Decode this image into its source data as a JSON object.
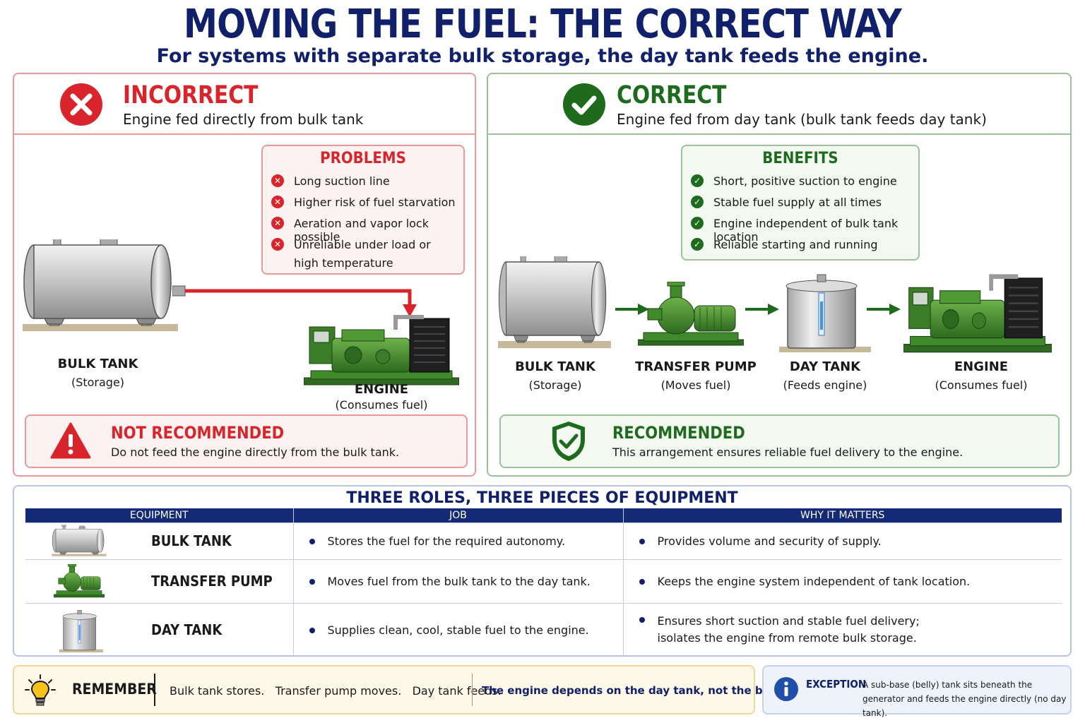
{
  "header": {
    "title": "MOVING THE FUEL: THE CORRECT WAY",
    "subtitle": "For systems with separate bulk storage, the day tank feeds the engine."
  },
  "incorrect": {
    "icon": "x-circle-icon",
    "title": "INCORRECT",
    "subtitle": "Engine fed directly from bulk tank",
    "problems": {
      "title": "PROBLEMS",
      "items": [
        "Long suction line",
        "Higher risk of fuel starvation",
        "Aeration and vapor lock possible",
        "Unreliable under load or",
        "high temperature"
      ]
    },
    "bulk_tank": {
      "name": "BULK TANK",
      "role": "(Storage)"
    },
    "engine": {
      "name": "ENGINE",
      "role": "(Consumes fuel)"
    },
    "banner": {
      "icon": "warning-triangle-icon",
      "title": "NOT RECOMMENDED",
      "text": "Do not feed the engine directly from the bulk tank."
    }
  },
  "correct": {
    "icon": "check-circle-icon",
    "title": "CORRECT",
    "subtitle": "Engine fed from day tank (bulk tank feeds day tank)",
    "benefits": {
      "title": "BENEFITS",
      "items": [
        "Short, positive suction to engine",
        "Stable fuel supply at all times",
        "Engine independent of bulk tank location",
        "Reliable starting and running"
      ]
    },
    "chain": [
      {
        "name": "BULK TANK",
        "role": "(Storage)"
      },
      {
        "name": "TRANSFER PUMP",
        "role": "(Moves fuel)"
      },
      {
        "name": "DAY TANK",
        "role": "(Feeds engine)"
      },
      {
        "name": "ENGINE",
        "role": "(Consumes fuel)"
      }
    ],
    "banner": {
      "icon": "shield-check-icon",
      "title": "RECOMMENDED",
      "text": "This arrangement ensures reliable fuel delivery to the engine."
    }
  },
  "roles": {
    "title": "THREE ROLES, THREE PIECES OF EQUIPMENT",
    "columns": [
      "EQUIPMENT",
      "JOB",
      "WHY IT MATTERS"
    ],
    "rows": [
      {
        "equipment": "BULK TANK",
        "job": "Stores the fuel for the required autonomy.",
        "why": "Provides volume and security of supply."
      },
      {
        "equipment": "TRANSFER PUMP",
        "job": "Moves fuel from the bulk tank to the day tank.",
        "why": "Keeps the engine system independent of tank location."
      },
      {
        "equipment": "DAY TANK",
        "job": "Supplies clean, cool, stable fuel to the engine.",
        "why": "Ensures short suction and stable fuel delivery; isolates the engine from remote bulk storage."
      }
    ]
  },
  "remember": {
    "icon": "lightbulb-icon",
    "label": "REMEMBER",
    "stores": "Bulk tank stores.",
    "moves": "Transfer pump moves.",
    "feeds": "Day tank feeds.",
    "emphasis": "The engine depends on the day tank, not the bulk tank."
  },
  "exception": {
    "icon": "info-icon",
    "label": "EXCEPTION",
    "text": "A sub-base (belly) tank sits beneath the generator and feeds the engine directly (no day tank)."
  },
  "colors": {
    "navy": "#10206b",
    "red": "#d8242a",
    "green": "#1e6b1e",
    "machine_green": "#3f8a2a"
  }
}
